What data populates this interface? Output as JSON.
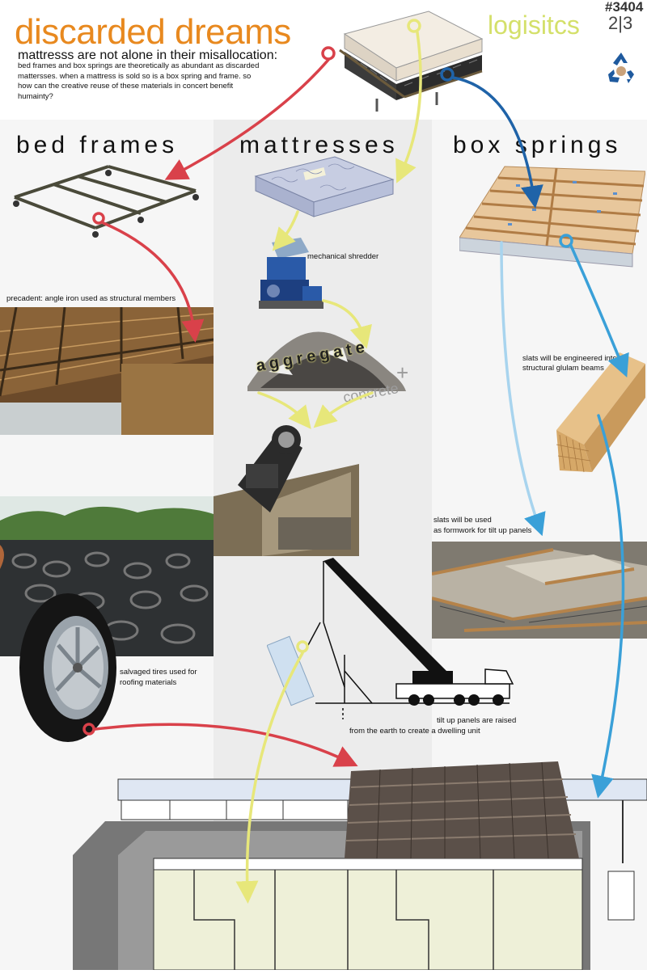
{
  "header": {
    "title": "discarded dreams",
    "logistics": "logisitcs",
    "sheet_number": "#3404",
    "sheet_fraction": "2|3",
    "subtitle": "mattresss are not alone in their misallocation:",
    "intro": "bed frames and box springs are theoretically as abundant as discarded mattersses. when a mattress is sold so is a box spring and frame. so how can the creative reuse of these materials in concert benefit humainty?"
  },
  "columns": {
    "bed_frames": "bed frames",
    "mattresses": "mattresses",
    "box_springs": "box springs"
  },
  "captions": {
    "shredder": "mechanical shredder",
    "precedent": "precadent: angle iron used as structural members",
    "aggregate": "aggregate",
    "plus": "+",
    "concrete": "concrete",
    "glulam": "slats will be engineered into structural glulam beams",
    "formwork_1": "slats will be used",
    "formwork_2": "as formwork for tilt up panels",
    "tires_1": "salvaged tires used for",
    "tires_2": "roofing materials",
    "tilt_1": "tilt up panels are raised",
    "tilt_2": "from the earth to create a dwelling unit"
  },
  "icons": {
    "recycle": "recycle-icon"
  },
  "colors": {
    "title_orange": "#e8891f",
    "logistics_green": "#d4e06a",
    "arrow_red": "#d9414a",
    "arrow_yellow": "#e7e77a",
    "arrow_blue": "#1f63a8",
    "arrow_lightblue": "#3aa0d8",
    "column_gray": "#ececec"
  }
}
